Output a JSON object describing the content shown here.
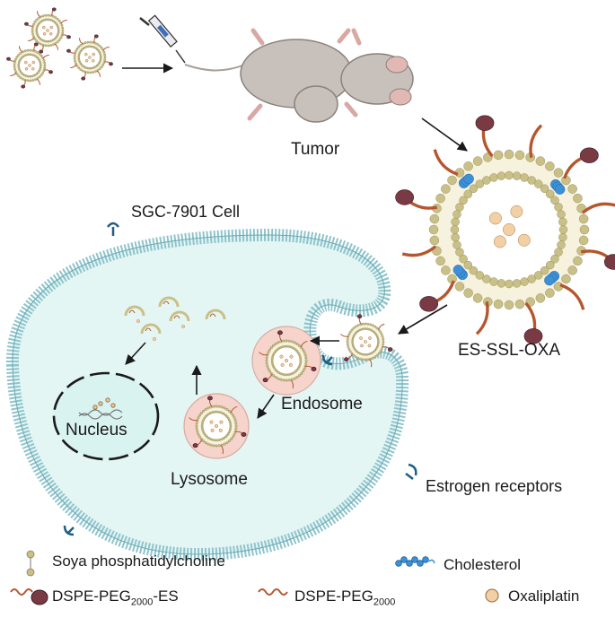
{
  "labels": {
    "tumor": "Tumor",
    "cell": "SGC-7901 Cell",
    "liposome": "ES-SSL-OXA",
    "endosome": "Endosome",
    "lysosome": "Lysosome",
    "nucleus": "Nucleus",
    "receptors": "Estrogen receptors"
  },
  "legend": {
    "soya": "Soya phosphatidylcholine",
    "cholesterol": "Cholesterol",
    "dspe_es": {
      "pre": "DSPE-PEG",
      "sub": "2000",
      "post": "-ES"
    },
    "dspe": {
      "pre": "DSPE-PEG",
      "sub": "2000"
    },
    "oxaliplatin": "Oxaliplatin"
  },
  "colors": {
    "cell_fill": "#e4f6f4",
    "membrane": "#8fc4cc",
    "bilayer_head": "#c9c087",
    "peg_chain": "#b5562e",
    "ligand": "#7a3a44",
    "cholesterol": "#3b90d8",
    "drug": "#f3cfa6",
    "endosome_fill": "#f6d4cc",
    "mouse": "#c7c0bb",
    "arrow": "#1a1a1a"
  },
  "icons": [
    "syringe-icon",
    "mouse-icon",
    "liposome-icon",
    "dna-icon",
    "receptor-icon"
  ]
}
